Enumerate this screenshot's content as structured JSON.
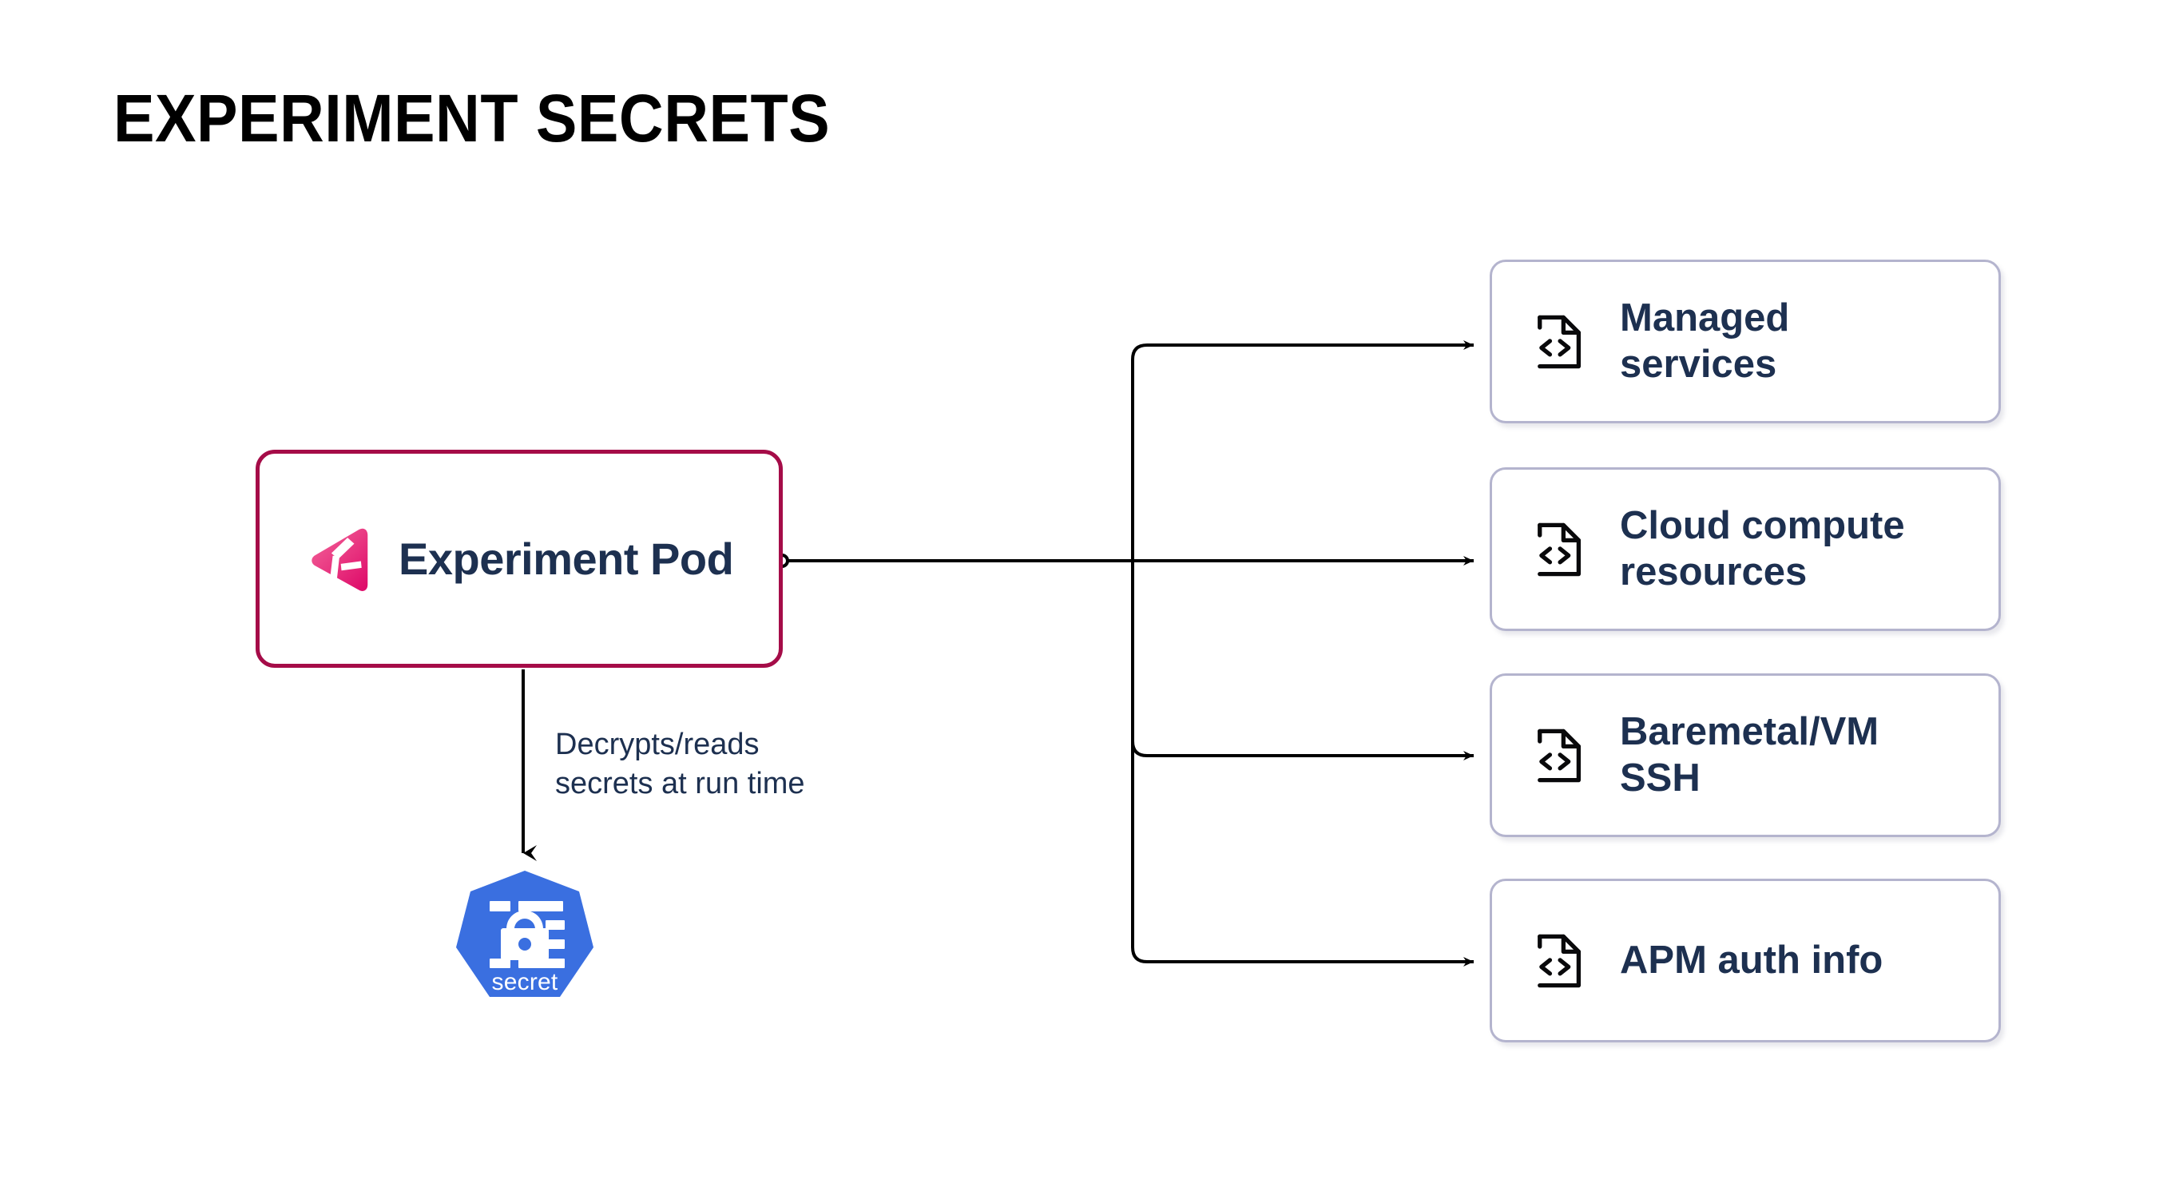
{
  "page": {
    "title": "EXPERIMENT SECRETS",
    "background_color": "#ffffff"
  },
  "colors": {
    "pod_border": "#A50C48",
    "pod_icon_gradient_start": "#F4679B",
    "pod_icon_gradient_end": "#E0156F",
    "text_navy": "#1D3050",
    "card_border": "#B4B4CE",
    "secret_blue": "#3A6FE0",
    "connector": "#000000"
  },
  "pod_node": {
    "label": "Experiment Pod",
    "icon": "gremlin-logo-icon"
  },
  "edge_annotation": {
    "line1": "Decrypts/reads",
    "line2": "secrets at run time"
  },
  "secret_node": {
    "label": "secret",
    "icon": "kubernetes-secret-icon"
  },
  "cards": [
    {
      "label_line1": "Managed",
      "label_line2": "services",
      "icon": "file-code-icon"
    },
    {
      "label_line1": "Cloud compute",
      "label_line2": "resources",
      "icon": "file-code-icon"
    },
    {
      "label_line1": "Baremetal/VM",
      "label_line2": "SSH",
      "icon": "file-code-icon"
    },
    {
      "label_line1": "APM auth info",
      "label_line2": "",
      "icon": "file-code-icon"
    }
  ]
}
